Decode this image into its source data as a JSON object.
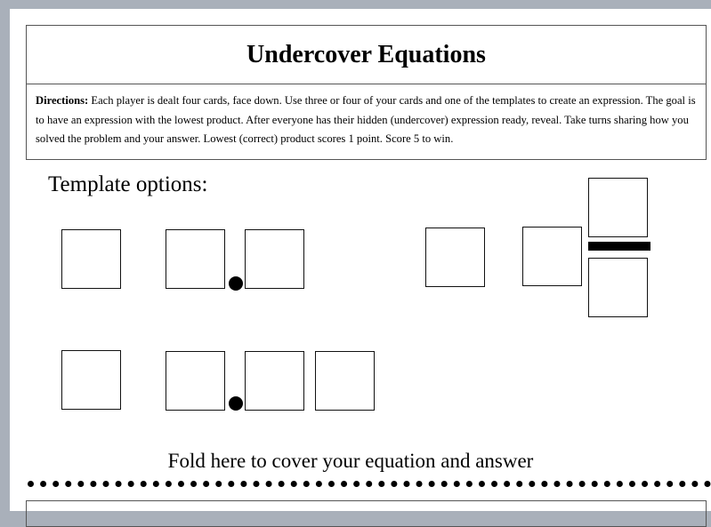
{
  "title": "Undercover Equations",
  "directions": {
    "label": "Directions:",
    "text": " Each player is dealt four cards, face down. Use three or four of your cards and one of the templates to create an expression. The goal is to have an expression with the lowest product. After everyone has their hidden (undercover) expression ready, reveal. Take turns sharing how you solved the problem and your answer. Lowest (correct) product scores 1 point. Score 5 to win."
  },
  "templates_heading": "Template options:",
  "fold_instruction": "Fold here to cover your equation and answer"
}
